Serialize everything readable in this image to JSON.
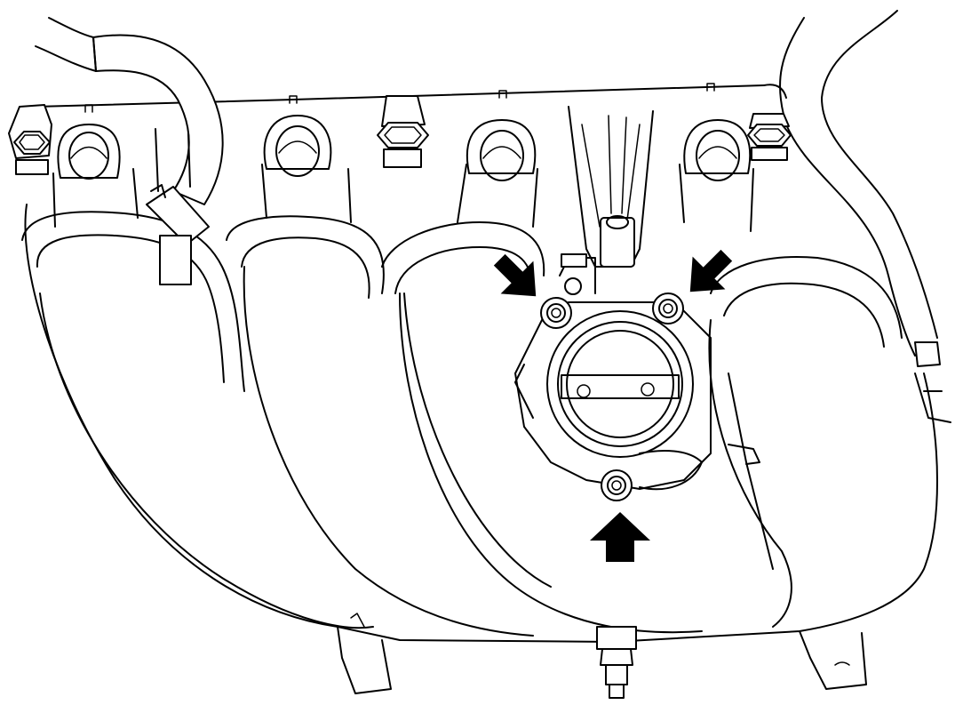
{
  "diagram": {
    "subject": "intake-manifold-throttle-body-mounting",
    "stroke_color": "#000000",
    "background_color": "#ffffff",
    "callout_arrows": [
      {
        "id": "arrow-upper-left",
        "points_to": "throttle-body-bolt-upper-left",
        "direction": "down-right"
      },
      {
        "id": "arrow-upper-right",
        "points_to": "throttle-body-bolt-upper-right",
        "direction": "down-left"
      },
      {
        "id": "arrow-bottom",
        "points_to": "throttle-body-bolt-bottom",
        "direction": "up"
      }
    ],
    "icons": [
      "arrow-icon",
      "bolt-icon",
      "hose-icon",
      "connector-icon"
    ]
  }
}
